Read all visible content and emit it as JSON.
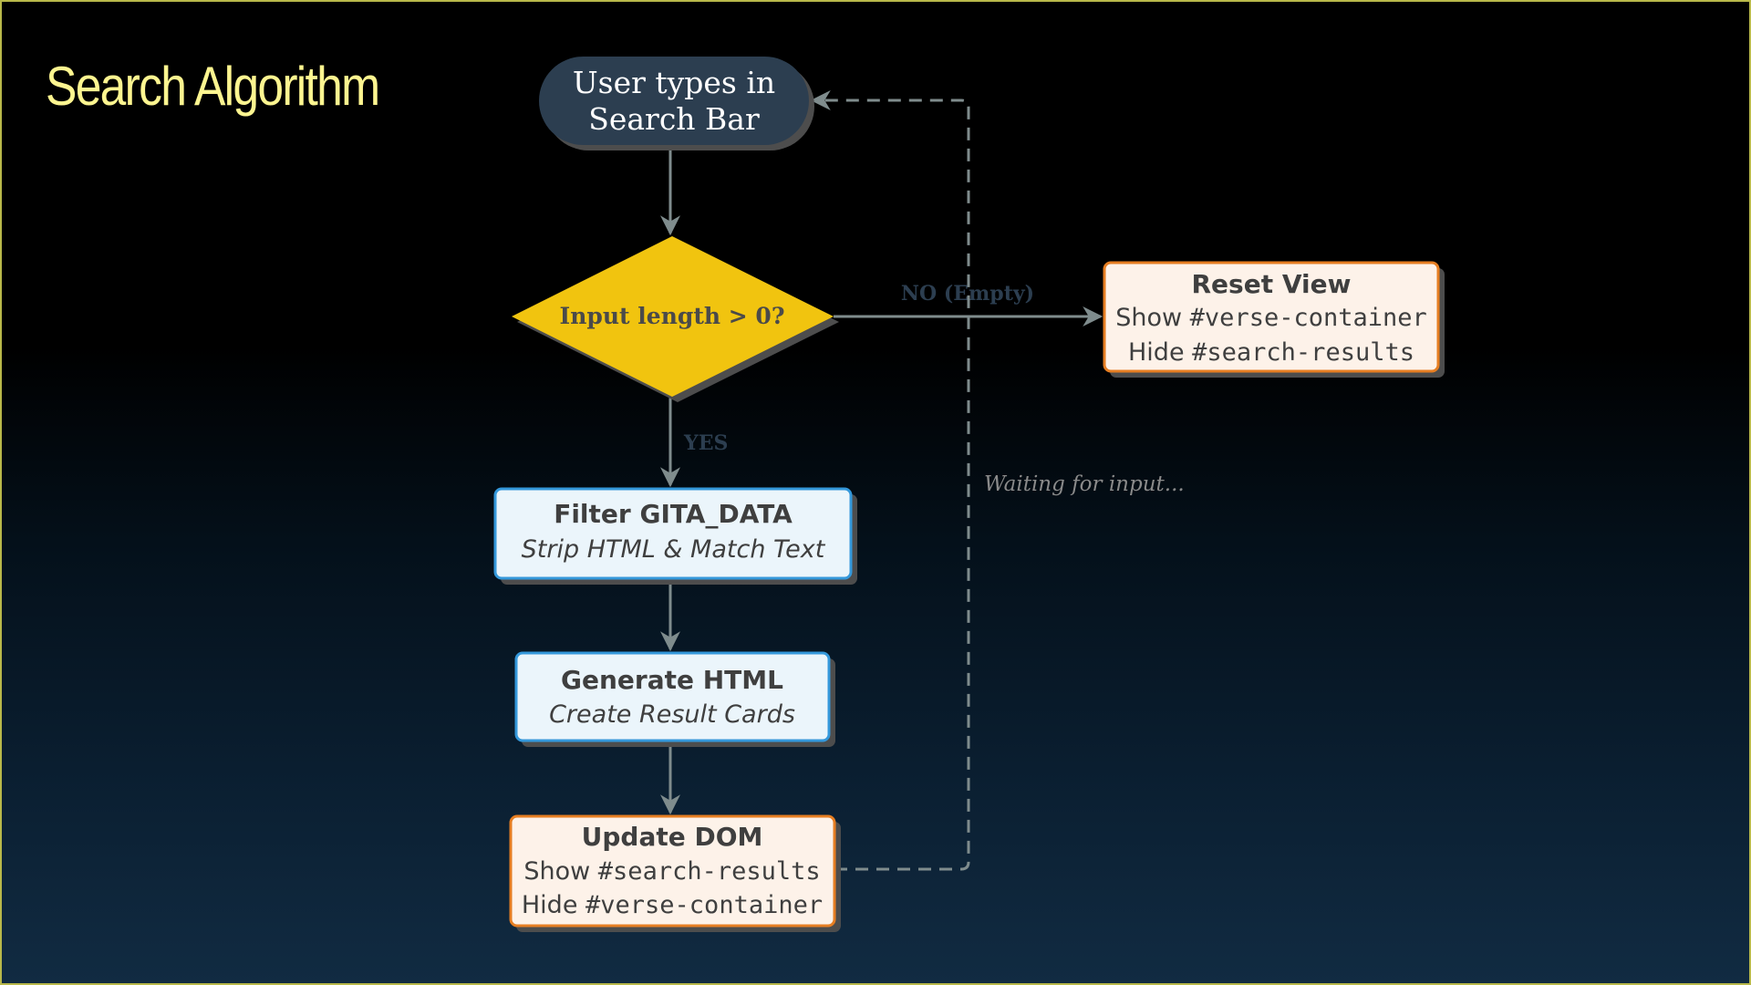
{
  "title": "Search Algorithm",
  "colors": {
    "title": "#fdf590",
    "start_fill": "#2c3e50",
    "decision_fill": "#f1c40f",
    "process_fill": "#ebf5fb",
    "process_border": "#3498db",
    "action_fill": "#fdf2e9",
    "action_border": "#e67e22",
    "arrow": "#7f8c8d",
    "label": "#2c3e50",
    "shadow": "#4d4d4d"
  },
  "nodes": {
    "start": {
      "line1": "User types in",
      "line2": "Search Bar"
    },
    "decision": {
      "text": "Input length > 0?"
    },
    "filter": {
      "title": "Filter GITA_DATA",
      "subtitle": "Strip HTML & Match Text"
    },
    "generate": {
      "title": "Generate HTML",
      "subtitle": "Create Result Cards"
    },
    "update": {
      "title": "Update DOM",
      "line1_prefix": "Show ",
      "line1_code": "#search-results",
      "line2_prefix": "Hide ",
      "line2_code": "#verse-container"
    },
    "reset": {
      "title": "Reset View",
      "line1_prefix": "Show ",
      "line1_code": "#verse-container",
      "line2_prefix": "Hide ",
      "line2_code": "#search-results"
    }
  },
  "edges": {
    "yes_label": "YES",
    "no_label": "NO (Empty)",
    "loop_label": "Waiting for input..."
  }
}
